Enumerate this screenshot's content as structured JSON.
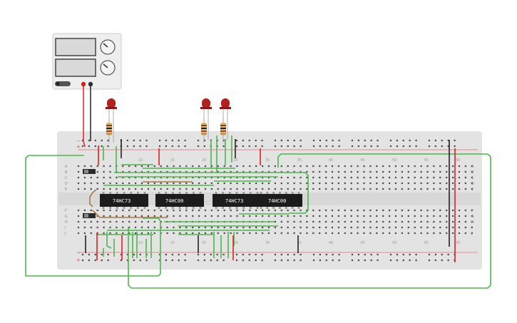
{
  "colors": {
    "background": "#ffffff",
    "breadboard": "#e3e3e3",
    "rail_red": "#e23b3b",
    "rail_dark": "#2b2b2b",
    "wire_green": "#4cb84c",
    "wire_red": "#e02020",
    "wire_black": "#222222",
    "wire_brown": "#a87a4a",
    "chip_body": "#1c1c1c",
    "psu_body": "#eeeeee",
    "led_red": "#b3201f"
  },
  "chips": [
    {
      "label": "74HC73"
    },
    {
      "label": "74HC00"
    },
    {
      "label": "74HC73"
    },
    {
      "label": "74HC00"
    }
  ],
  "row_letters_top": [
    "A",
    "B",
    "C",
    "D",
    "E"
  ],
  "row_letters_bottom": [
    "F",
    "G",
    "H",
    "I",
    "J"
  ],
  "column_numbers": [
    "10",
    "15",
    "20",
    "25",
    "30",
    "35",
    "40",
    "45",
    "50",
    "55",
    "60"
  ],
  "rail_symbols": {
    "plus": "+",
    "minus": "−"
  },
  "icons": {
    "power_supply": "power-supply-icon",
    "led": "led-icon",
    "resistor": "resistor-icon",
    "switch": "slide-switch-icon"
  }
}
